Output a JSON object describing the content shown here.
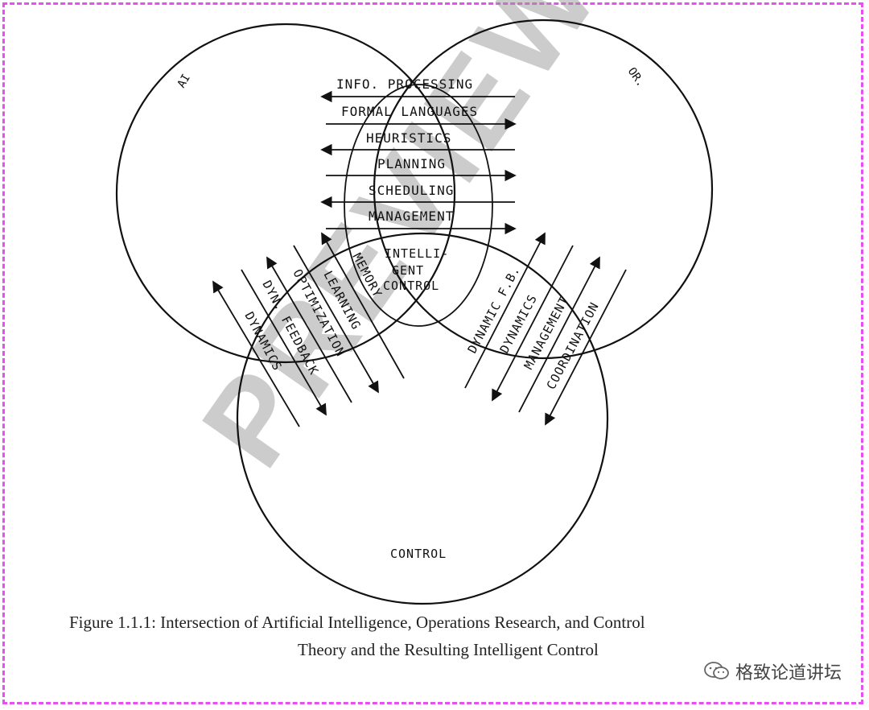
{
  "circles": {
    "ai": "AI",
    "or": "OR.",
    "control": "CONTROL"
  },
  "horizontal_bands": [
    "INFO. PROCESSING",
    "FORMAL LANGUAGES",
    "HEURISTICS",
    "PLANNING",
    "SCHEDULING",
    "MANAGEMENT"
  ],
  "center": {
    "line1": "INTELLI-",
    "line2": "GENT",
    "line3": "CONTROL"
  },
  "left_diagonals": [
    "DYNAMICS",
    "DYN. FEEDBACK",
    "OPTIMIZATION",
    "LEARNING",
    "MEMORY"
  ],
  "right_diagonals": [
    "DYNAMIC F.B.",
    "DYNAMICS",
    "MANAGEMENT",
    "COORDINATION"
  ],
  "watermark": "PREVIEW",
  "caption": {
    "line1": "Figure 1.1.1: Intersection of Artificial Intelligence, Operations Research, and Control",
    "line2": "Theory and the Resulting Intelligent Control"
  },
  "wechat_label": "格致论道讲坛",
  "colors": {
    "border": "#e84ff0",
    "ink": "#111111",
    "watermark": "#9a9a9a"
  }
}
